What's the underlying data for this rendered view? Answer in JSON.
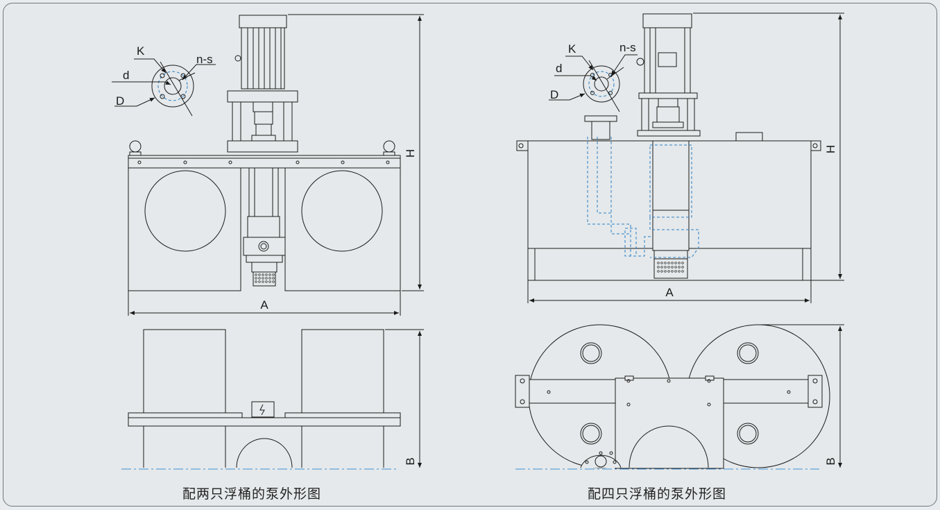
{
  "left_diagram": {
    "caption": "配两只浮桶的泵外形图",
    "labels": {
      "K": "K",
      "ns": "n-s",
      "d": "d",
      "D": "D",
      "H": "H",
      "A": "A",
      "B": "B"
    }
  },
  "right_diagram": {
    "caption": "配四只浮桶的泵外形图",
    "labels": {
      "K": "K",
      "ns": "n-s",
      "d": "d",
      "D": "D",
      "H": "H",
      "A": "A",
      "B": "B"
    }
  },
  "colors": {
    "frame_bg": "#e5e9eb",
    "line": "#1a1a1a",
    "hidden_line": "#2b7fc4",
    "center_line": "#3f8fd0"
  }
}
